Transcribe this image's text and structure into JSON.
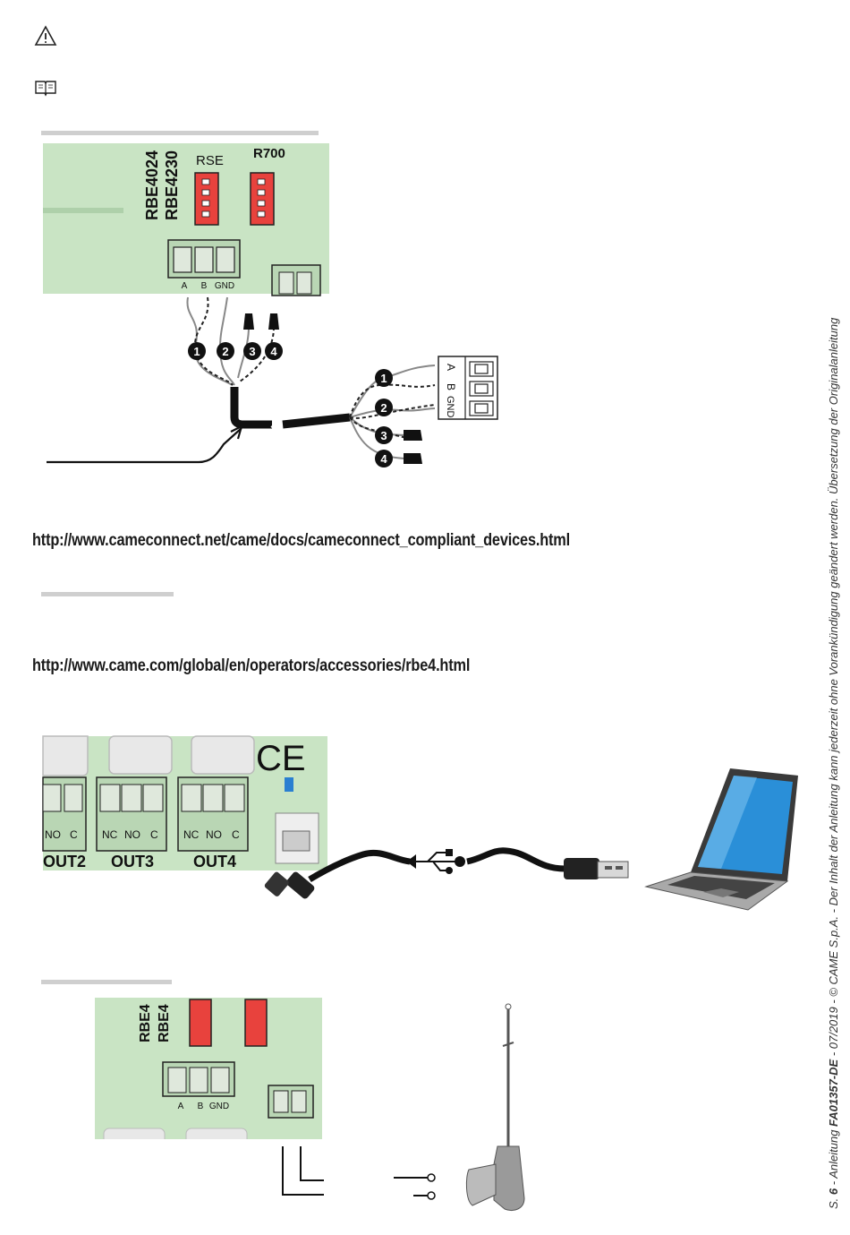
{
  "icons": {
    "warning": "warning-triangle-icon",
    "manual": "open-book-icon"
  },
  "figure1": {
    "board_labels": {
      "rbe_line1": "RBE4024",
      "rbe_line2": "RBE4230",
      "rse": "RSE",
      "r700": "R700"
    },
    "terminal_labels": [
      "A",
      "B",
      "GND"
    ],
    "wire_numbers": [
      "1",
      "2",
      "3",
      "4"
    ],
    "connector_labels": [
      "A",
      "B",
      "GND"
    ]
  },
  "url_came_connect": "http://www.cameconnect.net/came/docs/cameconnect_compliant_devices.html",
  "url_rbe4": "http://www.came.com/global/en/operators/accessories/rbe4.html",
  "figure2": {
    "out_labels": [
      "OUT2",
      "OUT3",
      "OUT4"
    ],
    "contact_labels": [
      "NC",
      "NO",
      "C"
    ],
    "ce_mark": "CE",
    "usb_icon": "usb-icon"
  },
  "figure3": {
    "board_labels": {
      "rbe_line1": "RBE4",
      "rbe_line2": "RBE4"
    },
    "terminal_labels": [
      "A",
      "B",
      "GND"
    ]
  },
  "footer": {
    "page_prefix": "S. ",
    "page_number": "6",
    "doc_prefix": " - Anleitung ",
    "doc_code": "FA01357-DE",
    "rest": " - 07/2019 - © CAME S.p.A. - Der Inhalt der Anleitung kann jederzeit ohne Vorankündigung geändert werden. Übersetzung der Originalanleitung"
  },
  "colors": {
    "board_green": "#c9e4c4",
    "connector_red": "#e8423d",
    "cable": "#1a1a1a",
    "rule_gray": "#cfcfcf"
  }
}
